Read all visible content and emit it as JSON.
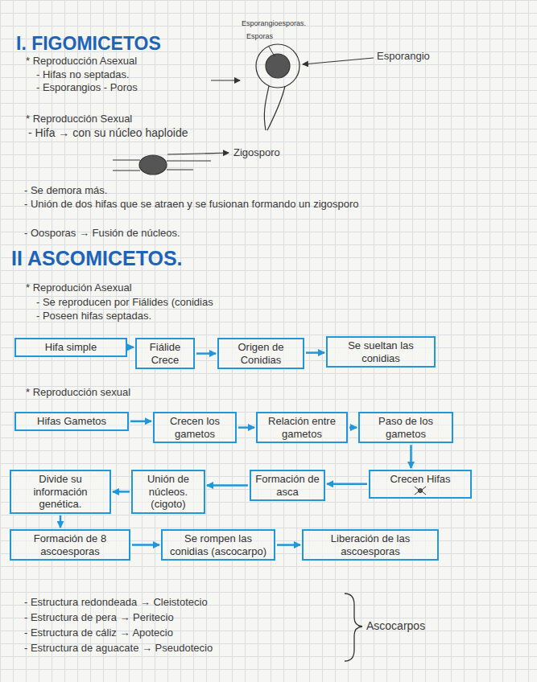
{
  "diagram": {
    "nodes": [
      {
        "text": [
          "Hifa simple"
        ]
      },
      {
        "text": [
          "Fiálide Crece"
        ]
      },
      {
        "text": [
          "Origen de Conidias"
        ]
      },
      {
        "text": [
          "Se sueltan las conidias"
        ]
      },
      {
        "text": [
          "Hifas Gametos"
        ]
      },
      {
        "text": [
          "Crecen los gametos"
        ]
      },
      {
        "text": [
          "Relación entre gametos"
        ]
      },
      {
        "text": [
          "Paso de los gametos"
        ]
      },
      {
        "text": [
          "Crecen Hifas"
        ]
      },
      {
        "text": [
          "Formación de asca"
        ]
      },
      {
        "text": [
          "Unión de núcleos. (cigoto)"
        ]
      },
      {
        "text": [
          "Divide su información genética."
        ]
      },
      {
        "text": [
          "Formación de 8 ascoesporas"
        ]
      },
      {
        "text": [
          "Se rompen las conidias (ascocarpo)"
        ]
      },
      {
        "text": [
          "Liberación de las ascoesporas"
        ]
      }
    ],
    "edges": [
      {
        "from": 0,
        "to": 1,
        "arrow": "to"
      },
      {
        "from": 1,
        "to": 2,
        "arrow": "to"
      },
      {
        "from": 2,
        "to": 3,
        "arrow": "to"
      },
      {
        "from": 4,
        "to": 5,
        "arrow": "to"
      },
      {
        "from": 5,
        "to": 6,
        "arrow": "to"
      },
      {
        "from": 6,
        "to": 7,
        "arrow": "to"
      },
      {
        "from": 7,
        "to": 8,
        "arrow": "to"
      },
      {
        "from": 8,
        "to": 9,
        "arrow": "to"
      },
      {
        "from": 9,
        "to": 10,
        "arrow": "to"
      },
      {
        "from": 10,
        "to": 11,
        "arrow": "to"
      },
      {
        "from": 11,
        "to": 12,
        "arrow": "to"
      },
      {
        "from": 12,
        "to": 13,
        "arrow": "to"
      },
      {
        "from": 13,
        "to": 14,
        "arrow": "to"
      }
    ],
    "labels": [
      "I. FIGOMICETOS",
      "* Reproducción Asexual",
      "- Hifas no septadas.",
      "- Esporangios - Poros",
      "Esporangioesporas.",
      "Esporas",
      "Esporangio",
      "* Reproducción Sexual",
      "- Hifa → con su núcleo haploide",
      "Zigosporo",
      "- Se demora más.",
      "- Unión de dos hifas que se atraen y se fusionan formando un zigosporo",
      "- Oosporas → Fusión de núcleos.",
      "II ASCOMICETOS.",
      "* Reprodución Asexual",
      "- Se reproducen por Fiálides (conidias",
      "- Poseen hifas septadas.",
      "* Reproducción sexual",
      "- Estructura redondeada → Cleistotecio",
      "- Estructura de pera → Peritecio",
      "- Estructura de cáliz → Apotecio",
      "- Estructura de aguacate → Pseudotecio",
      "Ascocarpos"
    ]
  }
}
